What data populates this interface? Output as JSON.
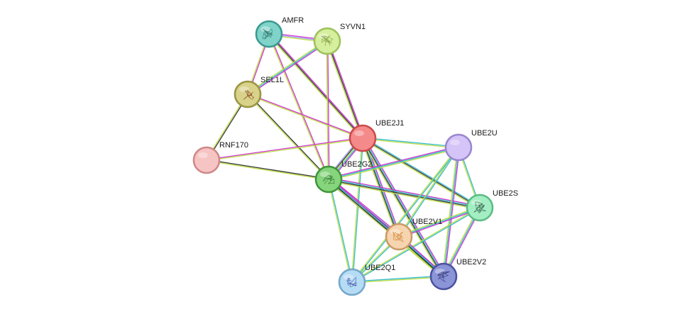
{
  "nodes": [
    {
      "id": "AMFR",
      "label": "AMFR",
      "fill": "#7fd3c8",
      "stroke": "#3a9a90",
      "structure": "#2a6a60"
    },
    {
      "id": "SYVN1",
      "label": "SYVN1",
      "fill": "#d6ef9e",
      "stroke": "#9ec25a",
      "structure": "#7a9a40"
    },
    {
      "id": "SEL1L",
      "label": "SEL1L",
      "fill": "#d8d28a",
      "stroke": "#9c9440",
      "structure": "#8a4a20"
    },
    {
      "id": "RNF170",
      "label": "RNF170",
      "fill": "#f7c4c4",
      "stroke": "#d08888",
      "structure": ""
    },
    {
      "id": "UBE2J1",
      "label": "UBE2J1",
      "fill": "#f58a8a",
      "stroke": "#cc4a4a",
      "structure": ""
    },
    {
      "id": "UBE2G2",
      "label": "UBE2G2",
      "fill": "#86d47c",
      "stroke": "#3e963a",
      "structure": "#2a6a2a"
    },
    {
      "id": "UBE2U",
      "label": "UBE2U",
      "fill": "#d4c4f7",
      "stroke": "#9a86d0",
      "structure": ""
    },
    {
      "id": "UBE2S",
      "label": "UBE2S",
      "fill": "#a4eec4",
      "stroke": "#5cbc86",
      "structure": "#2a5a40"
    },
    {
      "id": "UBE2V1",
      "label": "UBE2V1",
      "fill": "#f7d4b0",
      "stroke": "#cc9a66",
      "structure": "#cc7a20"
    },
    {
      "id": "UBE2Q1",
      "label": "UBE2Q1",
      "fill": "#b6dcf5",
      "stroke": "#74a8cc",
      "structure": "#3a4aa0"
    },
    {
      "id": "UBE2V2",
      "label": "UBE2V2",
      "fill": "#8c94d8",
      "stroke": "#4a52a0",
      "structure": "#2a3070"
    }
  ],
  "edge_colors": {
    "experiments": "#cc33cc",
    "databases": "#33bbcc",
    "textmining": "#bbdd44",
    "coexpression": "#333333",
    "homology": "#9999ee"
  },
  "edges": [
    {
      "a": "AMFR",
      "b": "SYVN1",
      "types": [
        "experiments",
        "homology",
        "textmining"
      ]
    },
    {
      "a": "AMFR",
      "b": "SEL1L",
      "types": [
        "experiments",
        "textmining"
      ]
    },
    {
      "a": "AMFR",
      "b": "UBE2J1",
      "types": [
        "experiments",
        "coexpression",
        "textmining"
      ]
    },
    {
      "a": "AMFR",
      "b": "UBE2G2",
      "types": [
        "experiments",
        "textmining"
      ]
    },
    {
      "a": "SYVN1",
      "b": "SEL1L",
      "types": [
        "experiments",
        "databases",
        "textmining"
      ]
    },
    {
      "a": "SYVN1",
      "b": "UBE2J1",
      "types": [
        "experiments",
        "coexpression",
        "textmining"
      ]
    },
    {
      "a": "SYVN1",
      "b": "UBE2G2",
      "types": [
        "experiments",
        "textmining"
      ]
    },
    {
      "a": "SEL1L",
      "b": "RNF170",
      "types": [
        "coexpression",
        "textmining"
      ]
    },
    {
      "a": "SEL1L",
      "b": "UBE2J1",
      "types": [
        "experiments",
        "textmining"
      ]
    },
    {
      "a": "SEL1L",
      "b": "UBE2G2",
      "types": [
        "coexpression",
        "textmining"
      ]
    },
    {
      "a": "RNF170",
      "b": "UBE2J1",
      "types": [
        "experiments",
        "textmining"
      ]
    },
    {
      "a": "RNF170",
      "b": "UBE2G2",
      "types": [
        "coexpression",
        "textmining"
      ]
    },
    {
      "a": "UBE2J1",
      "b": "UBE2G2",
      "types": [
        "experiments",
        "databases",
        "textmining",
        "coexpression",
        "homology"
      ]
    },
    {
      "a": "UBE2J1",
      "b": "UBE2U",
      "types": [
        "databases",
        "textmining"
      ]
    },
    {
      "a": "UBE2J1",
      "b": "UBE2S",
      "types": [
        "databases",
        "coexpression",
        "textmining"
      ]
    },
    {
      "a": "UBE2J1",
      "b": "UBE2V1",
      "types": [
        "experiments",
        "databases",
        "coexpression",
        "textmining"
      ]
    },
    {
      "a": "UBE2J1",
      "b": "UBE2V2",
      "types": [
        "experiments",
        "databases",
        "coexpression",
        "textmining"
      ]
    },
    {
      "a": "UBE2J1",
      "b": "UBE2Q1",
      "types": [
        "databases",
        "textmining"
      ]
    },
    {
      "a": "UBE2G2",
      "b": "UBE2U",
      "types": [
        "experiments",
        "databases",
        "textmining"
      ]
    },
    {
      "a": "UBE2G2",
      "b": "UBE2S",
      "types": [
        "experiments",
        "databases",
        "coexpression",
        "textmining"
      ]
    },
    {
      "a": "UBE2G2",
      "b": "UBE2V1",
      "types": [
        "experiments",
        "databases",
        "coexpression",
        "textmining",
        "homology"
      ]
    },
    {
      "a": "UBE2G2",
      "b": "UBE2V2",
      "types": [
        "experiments",
        "databases",
        "coexpression",
        "textmining"
      ]
    },
    {
      "a": "UBE2G2",
      "b": "UBE2Q1",
      "types": [
        "databases",
        "textmining"
      ]
    },
    {
      "a": "UBE2U",
      "b": "UBE2S",
      "types": [
        "databases",
        "textmining"
      ]
    },
    {
      "a": "UBE2U",
      "b": "UBE2V1",
      "types": [
        "databases",
        "textmining"
      ]
    },
    {
      "a": "UBE2U",
      "b": "UBE2V2",
      "types": [
        "experiments",
        "databases",
        "textmining"
      ]
    },
    {
      "a": "UBE2U",
      "b": "UBE2Q1",
      "types": [
        "databases",
        "textmining"
      ]
    },
    {
      "a": "UBE2S",
      "b": "UBE2V1",
      "types": [
        "experiments",
        "databases",
        "textmining"
      ]
    },
    {
      "a": "UBE2S",
      "b": "UBE2V2",
      "types": [
        "experiments",
        "databases",
        "textmining"
      ]
    },
    {
      "a": "UBE2S",
      "b": "UBE2Q1",
      "types": [
        "databases",
        "textmining"
      ]
    },
    {
      "a": "UBE2V1",
      "b": "UBE2V2",
      "types": [
        "experiments",
        "databases",
        "coexpression",
        "textmining"
      ]
    },
    {
      "a": "UBE2V1",
      "b": "UBE2Q1",
      "types": [
        "databases",
        "textmining"
      ]
    },
    {
      "a": "UBE2Q1",
      "b": "UBE2V2",
      "types": [
        "databases",
        "textmining"
      ]
    }
  ]
}
